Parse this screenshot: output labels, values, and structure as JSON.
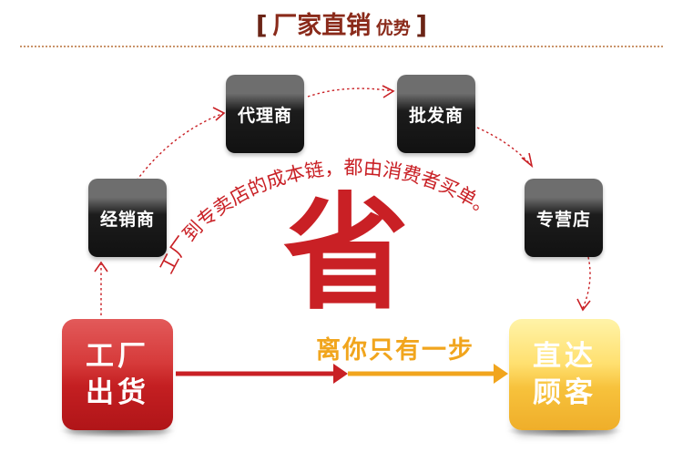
{
  "title": {
    "bracket_open": "[",
    "main": "厂家直销",
    "sub": "优势",
    "bracket_close": "]"
  },
  "nodes": {
    "distributor": "经销商",
    "agent": "代理商",
    "wholesaler": "批发商",
    "store": "专营店"
  },
  "factory": {
    "line1": "工厂",
    "line2": "出货"
  },
  "customer": {
    "line1": "直达",
    "line2": "顾客"
  },
  "arc_caption": "工厂到专卖店的成本链，都由消费者买单。",
  "save_char": "省",
  "step_text": "离你只有一步",
  "colors": {
    "red": "#c92025",
    "orange": "#f1a51d",
    "dark_red": "#8a2a1a",
    "node_dark": "#1c1c1c"
  }
}
